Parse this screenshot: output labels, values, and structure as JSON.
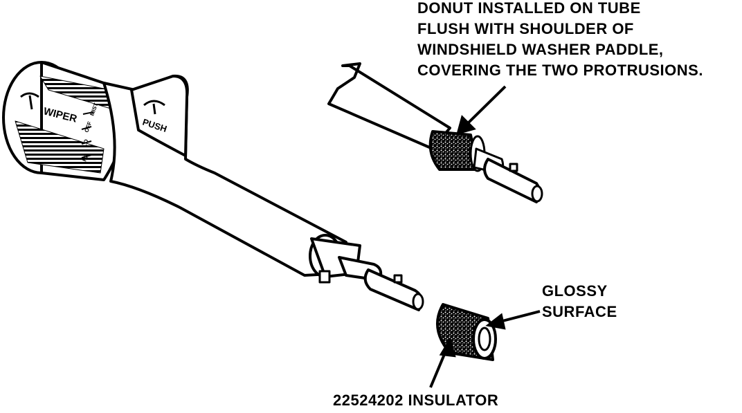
{
  "labels": {
    "donut_callout": [
      "DONUT INSTALLED ON TUBE",
      "FLUSH WITH SHOULDER OF",
      "WINDSHIELD WASHER PADDLE,",
      "COVERING THE TWO PROTRUSIONS."
    ],
    "glossy_callout": [
      "GLOSSY",
      "SURFACE"
    ],
    "insulator_callout": "22524202 INSULATOR",
    "knob_text": "WIPER",
    "paddle_text": "PUSH",
    "knob_positions": [
      "MIST",
      "OFF",
      "LO",
      "HI"
    ]
  },
  "colors": {
    "ink": "#000000",
    "paper": "#ffffff"
  }
}
